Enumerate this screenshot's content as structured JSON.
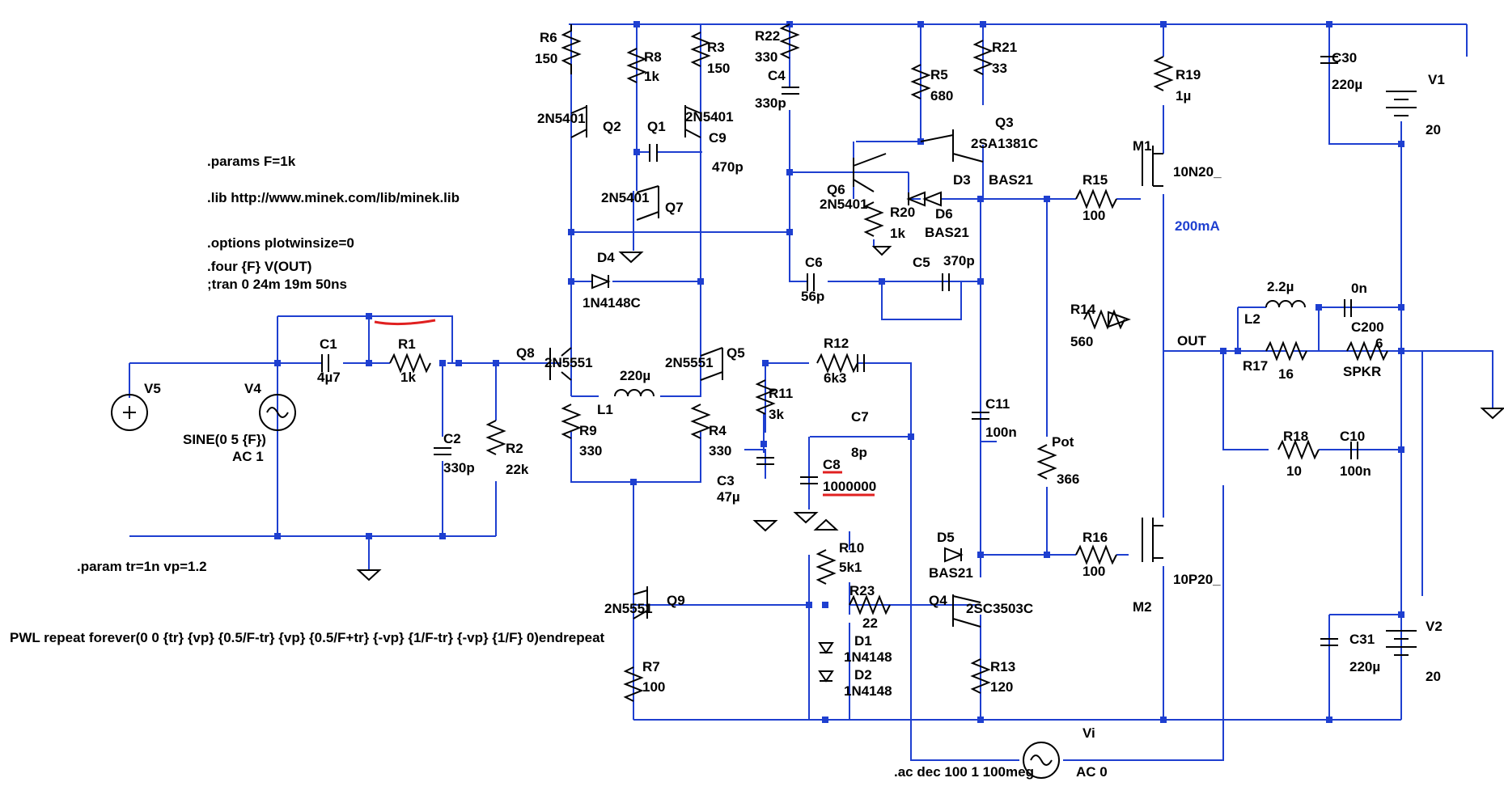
{
  "directives": {
    "params": ".params F=1k",
    "lib": ".lib http://www.minek.com/lib/minek.lib",
    "options": ".options plotwinsize=0",
    "four": ".four {F} V(OUT)",
    "tran": ";tran 0 24m 19m 50ns",
    "param_tr": ".param tr=1n vp=1.2",
    "pwl": "PWL repeat forever(0 0 {tr} {vp} {0.5/F-tr} {vp} {0.5/F+tr} {-vp} {1/F-tr} {-vp} {1/F} 0)endrepeat",
    "ac": ".ac dec 100 1 100meg"
  },
  "annotations": {
    "current": "200mA",
    "out_net": "OUT"
  },
  "colors": {
    "wire": "#1e3fd0",
    "component": "#000000",
    "markup": "#e02020"
  },
  "labels": {
    "R6": {
      "name": "R6",
      "value": "150"
    },
    "R8": {
      "name": "R8",
      "value": "1k"
    },
    "R3": {
      "name": "R3",
      "value": "150"
    },
    "R22": {
      "name": "R22",
      "value": "330"
    },
    "C4": {
      "name": "C4",
      "value": "330p"
    },
    "R5": {
      "name": "R5",
      "value": "680"
    },
    "R21": {
      "name": "R21",
      "value": "33"
    },
    "R19": {
      "name": "R19",
      "value": "1µ"
    },
    "C30": {
      "name": "C30",
      "value": "220µ"
    },
    "V1": {
      "name": "V1",
      "value": "20"
    },
    "Q2": {
      "name": "Q2",
      "model": "2N5401"
    },
    "Q1": {
      "name": "Q1",
      "model": "2N5401"
    },
    "C9": {
      "name": "C9",
      "value": "470p"
    },
    "Q7": {
      "name": "Q7",
      "model": "2N5401"
    },
    "Q3": {
      "name": "Q3",
      "model": "2SA1381C"
    },
    "M1": {
      "name": "M1",
      "model": "10N20_"
    },
    "Q6": {
      "name": "Q6",
      "model": "2N5401"
    },
    "R20": {
      "name": "R20",
      "value": "1k"
    },
    "D3": {
      "name": "D3",
      "model": "BAS21"
    },
    "D6": {
      "name": "D6",
      "model": "BAS21"
    },
    "R15": {
      "name": "R15",
      "value": "100"
    },
    "D4": {
      "name": "D4",
      "model": "1N4148C"
    },
    "C6": {
      "name": "C6",
      "value": "56p"
    },
    "C5": {
      "name": "C5",
      "value": "370p"
    },
    "R14": {
      "name": "R14",
      "value": "560"
    },
    "L2": {
      "name": "L2",
      "value": "2.2µ"
    },
    "C200": {
      "name": "C200",
      "value": "0n"
    },
    "R17": {
      "name": "R17",
      "value": "16"
    },
    "SPKR": {
      "name": "SPKR",
      "value": "6"
    },
    "V5": {
      "name": "V5"
    },
    "V4": {
      "name": "V4",
      "value": "SINE(0 5 {F})",
      "ac": "AC 1"
    },
    "C1": {
      "name": "C1",
      "value": "4µ7"
    },
    "R1": {
      "name": "R1",
      "value": "1k"
    },
    "C2": {
      "name": "C2",
      "value": "330p"
    },
    "R2": {
      "name": "R2",
      "value": "22k"
    },
    "Q8": {
      "name": "Q8",
      "model": "2N5551"
    },
    "Q5": {
      "name": "Q5",
      "model": "2N5551"
    },
    "L1": {
      "name": "L1",
      "value": "220µ"
    },
    "R12": {
      "name": "R12",
      "value": "6k3"
    },
    "R11": {
      "name": "R11",
      "value": "3k"
    },
    "C7": {
      "name": "C7",
      "value": "8p"
    },
    "C8": {
      "name": "C8",
      "value": "1000000"
    },
    "C3": {
      "name": "C3",
      "value": "47µ"
    },
    "R9": {
      "name": "R9",
      "value": "330"
    },
    "R4": {
      "name": "R4",
      "value": "330"
    },
    "C11": {
      "name": "C11",
      "value": "100n"
    },
    "Pot": {
      "name": "Pot",
      "value": "366"
    },
    "R18": {
      "name": "R18",
      "value": "10"
    },
    "C10": {
      "name": "C10",
      "value": "100n"
    },
    "D5": {
      "name": "D5",
      "model": "BAS21"
    },
    "R16": {
      "name": "R16",
      "value": "100"
    },
    "M2": {
      "name": "M2",
      "model": "10P20_"
    },
    "R10": {
      "name": "R10",
      "value": "5k1"
    },
    "R23": {
      "name": "R23",
      "value": "22"
    },
    "Q4": {
      "name": "Q4",
      "model": "2SC3503C"
    },
    "Q9": {
      "name": "Q9",
      "model": "2N5551"
    },
    "D1": {
      "name": "D1",
      "model": "1N4148"
    },
    "D2": {
      "name": "D2",
      "model": "1N4148"
    },
    "R7": {
      "name": "R7",
      "value": "100"
    },
    "R13": {
      "name": "R13",
      "value": "120"
    },
    "C31": {
      "name": "C31",
      "value": "220µ"
    },
    "V2": {
      "name": "V2",
      "value": "20"
    },
    "Vi": {
      "name": "Vi",
      "ac": "AC 0"
    }
  }
}
